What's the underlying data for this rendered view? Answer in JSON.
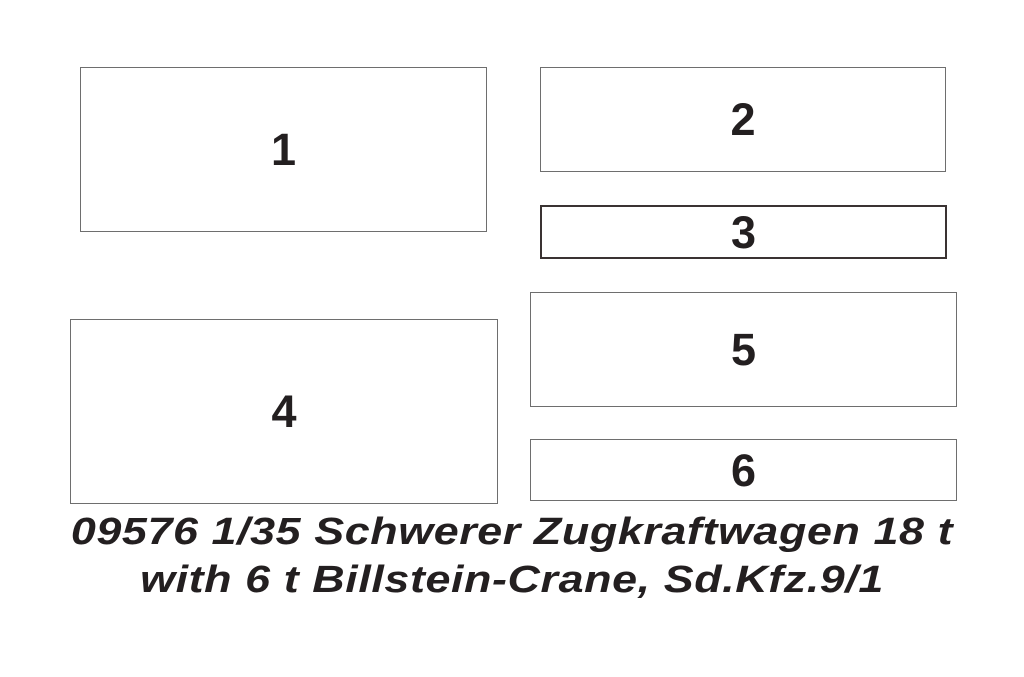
{
  "figure": {
    "boxes": [
      {
        "label": "1"
      },
      {
        "label": "2"
      },
      {
        "label": "3"
      },
      {
        "label": "4"
      },
      {
        "label": "5"
      },
      {
        "label": "6"
      }
    ],
    "caption": {
      "line1": "09576 1/35 Schwerer Zugkraftwagen 18 t",
      "line2": "with 6 t Billstein-Crane, Sd.Kfz.9/1"
    },
    "colors": {
      "background": "#ffffff",
      "box_border": "#6e6e6e",
      "box3_border": "#3a3332",
      "text": "#231f20"
    }
  }
}
